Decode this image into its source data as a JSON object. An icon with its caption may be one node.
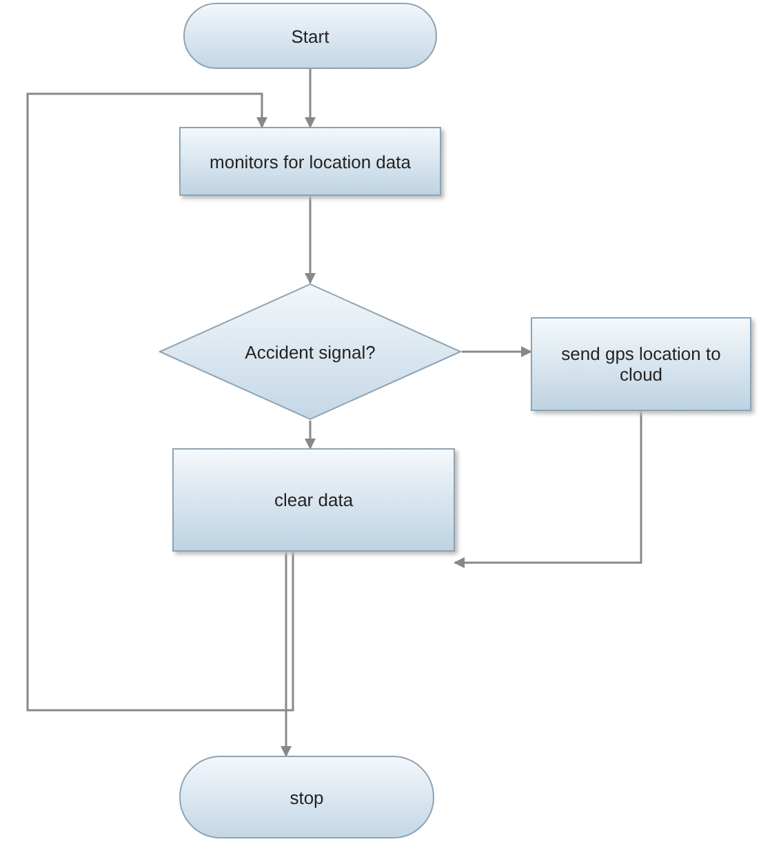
{
  "diagram": {
    "nodes": [
      {
        "text": [
          "Start"
        ]
      },
      {
        "text": [
          "monitors for location data"
        ]
      },
      {
        "text": [
          "Accident signal?"
        ]
      },
      {
        "text": [
          "send gps location to cloud"
        ]
      },
      {
        "text": [
          "clear data"
        ]
      },
      {
        "text": [
          "stop"
        ]
      }
    ],
    "edges": [
      {
        "from": 0,
        "to": 1,
        "arrow": "to"
      },
      {
        "from": 1,
        "to": 2,
        "arrow": "to"
      },
      {
        "from": 2,
        "to": 3,
        "arrow": "to"
      },
      {
        "from": 2,
        "to": 4,
        "arrow": "to"
      },
      {
        "from": 3,
        "to": 4,
        "arrow": "to"
      },
      {
        "from": 4,
        "to": 5,
        "arrow": "to"
      },
      {
        "from": 4,
        "to": 1,
        "arrow": "to"
      }
    ]
  }
}
